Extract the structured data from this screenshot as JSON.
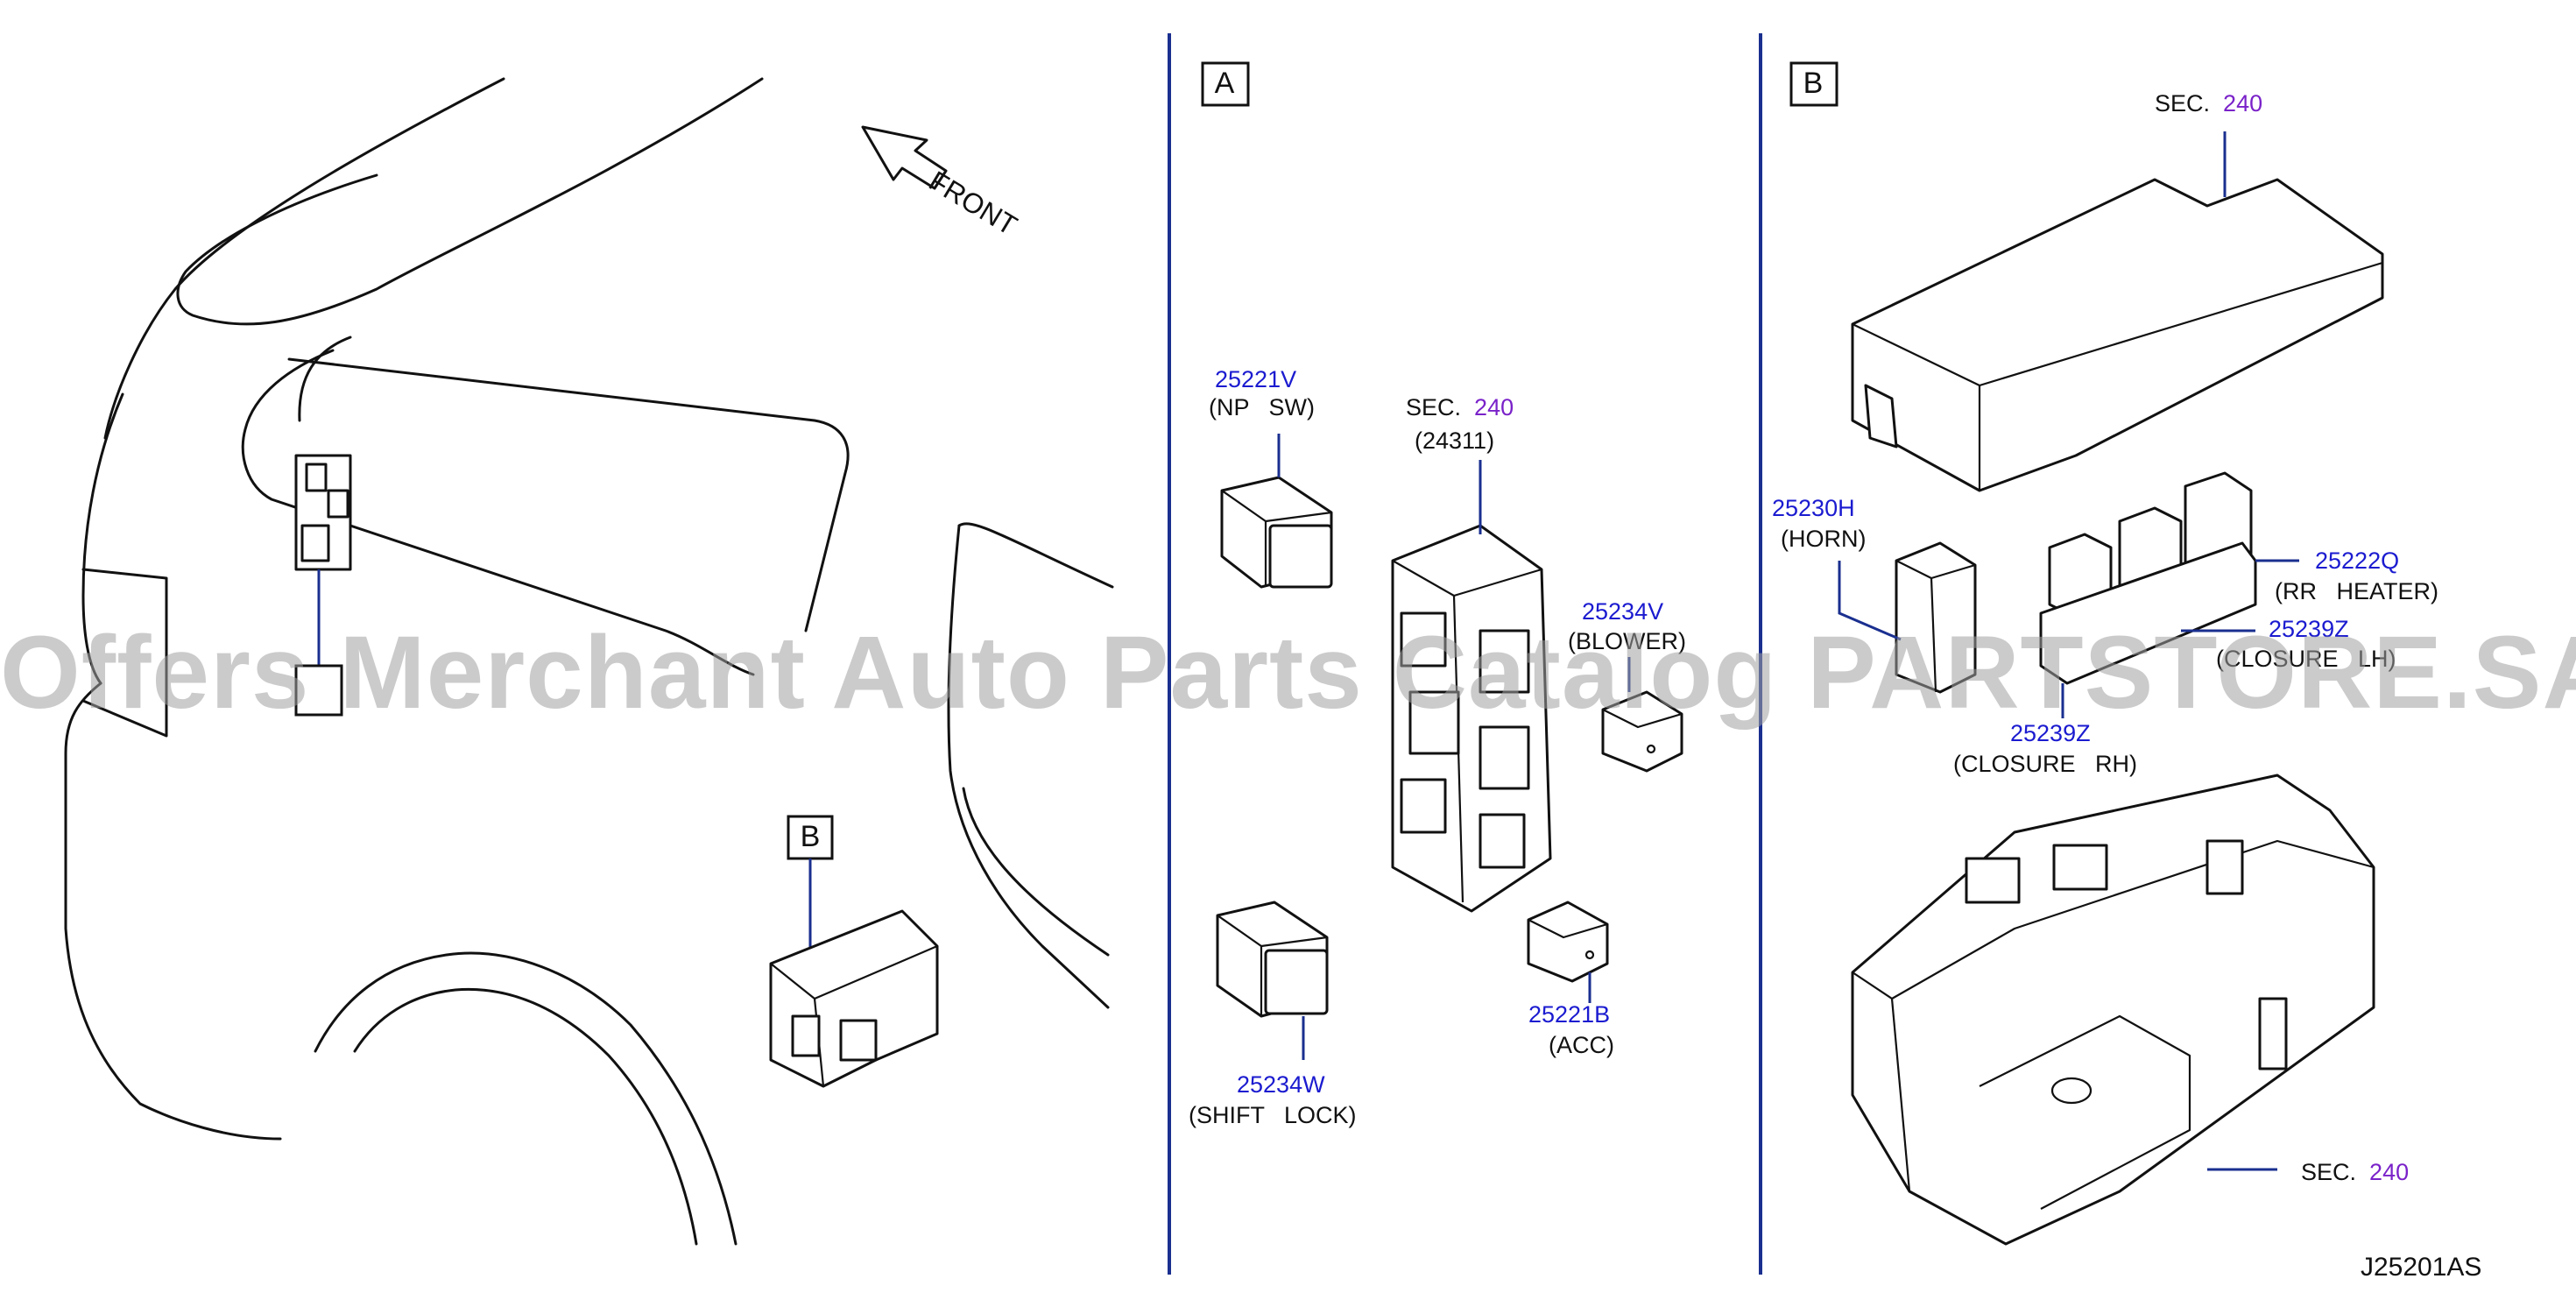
{
  "front_label": "FRONT",
  "panel_labels": {
    "overview_b": "B",
    "panel_a": "A",
    "panel_b": "B"
  },
  "panel_a": {
    "sec_top": {
      "prefix": "SEC.",
      "num": "240",
      "sub": "(24311)"
    },
    "p25221V": {
      "pn": "25221V",
      "desc": "(NP   SW)"
    },
    "p25234V": {
      "pn": "25234V",
      "desc": "(BLOWER)"
    },
    "p25234W": {
      "pn": "25234W",
      "desc": "(SHIFT   LOCK)"
    },
    "p25221B": {
      "pn": "25221B",
      "desc": "(ACC)"
    }
  },
  "panel_b": {
    "sec_top": {
      "prefix": "SEC.",
      "num": "240"
    },
    "sec_bottom": {
      "prefix": "SEC.",
      "num": "240"
    },
    "p25230H": {
      "pn": "25230H",
      "desc": "(HORN)"
    },
    "p25222Q": {
      "pn": "25222Q",
      "desc": "(RR   HEATER)"
    },
    "p25239Z_lh": {
      "pn": "25239Z",
      "desc": "(CLOSURE   LH)"
    },
    "p25239Z_rh": {
      "pn": "25239Z",
      "desc": "(CLOSURE   RH)"
    }
  },
  "diagram_code": "J25201AS",
  "watermark": "Offers Merchant Auto Parts Catalog PARTSTORE.SA",
  "colors": {
    "part_number": "#1b1bd0",
    "section_number": "#7a22c9",
    "leader": "#1a2f8f"
  }
}
